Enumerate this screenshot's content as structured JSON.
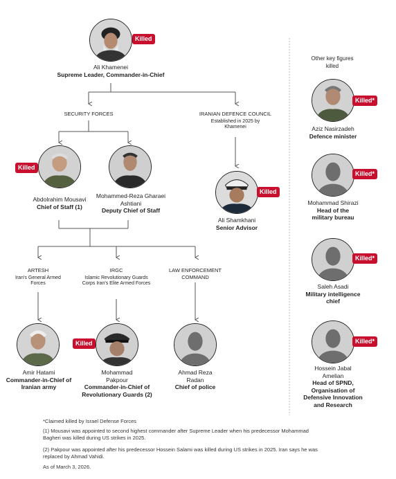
{
  "badges": {
    "killed": "Killed",
    "killed_star": "Killed*"
  },
  "leader": {
    "name": "Ali Khamenei",
    "title": "Supreme Leader, Commander-in-Chief"
  },
  "branches": {
    "security": "SECURITY FORCES",
    "council": "IRANIAN DEFENCE COUNCIL",
    "council_sub": "Established in 2025 by Khamenei"
  },
  "people": {
    "mousavi": {
      "name": "Abdolrahim Mousavi",
      "title": "Chief of Staff (1)"
    },
    "ashtiani": {
      "name": "Mohammed-Reza Gharaei Ashtiani",
      "title": "Deputy Chief of Staff"
    },
    "shamkhani": {
      "name": "Ali Shamkhani",
      "title": "Senior Advisor"
    },
    "hatami": {
      "name": "Amir Hatami",
      "title": "Commander-in-Chief of Iranian army"
    },
    "pakpour": {
      "name": "Mohammad Pakpour",
      "title": "Commander-in-Chief of Revolutionary Guards (2)"
    },
    "radan": {
      "name": "Ahmad Reza Radan",
      "title": "Chief of police"
    }
  },
  "forces": {
    "artesh": {
      "title": "ARTESH",
      "sub": "Iran's General Armed Forces"
    },
    "irgc": {
      "title": "IRGC",
      "sub": "Islamic Revolutionary Guards Corps Iran's Elite Armed Forces"
    },
    "law": {
      "title": "LAW ENFORCEMENT COMMAND"
    }
  },
  "others": {
    "heading": "Other key figures killed",
    "list": [
      {
        "name": "Aziz Nasirzadeh",
        "title": "Defence minister"
      },
      {
        "name": "Mohammad Shirazi",
        "title": "Head of the military bureau"
      },
      {
        "name": "Saleh Asadi",
        "title": "Military intelligence chief"
      },
      {
        "name": "Hossein Jabal Amelian",
        "title": "Head of SPND, Organisation of Defensive Innovation and Research"
      }
    ]
  },
  "footnotes": {
    "claimed": "*Claimed killed by Israel Defense Forces",
    "note1": "(1) Mousavi was appointed to second highest commander after Supreme Leader when his predecessor Mohammad Bagheri was killed during US strikes in 2025.",
    "note2": "(2) Pakpour was appointed after his predecessor Hossein Salami was killed during US strikes in 2025. Iran says he was replaced by Ahmad Vahidi.",
    "date": "As of March 3, 2026."
  },
  "colors": {
    "killed": "#c8102e",
    "line": "#555555",
    "divider": "#bbbbbb"
  }
}
